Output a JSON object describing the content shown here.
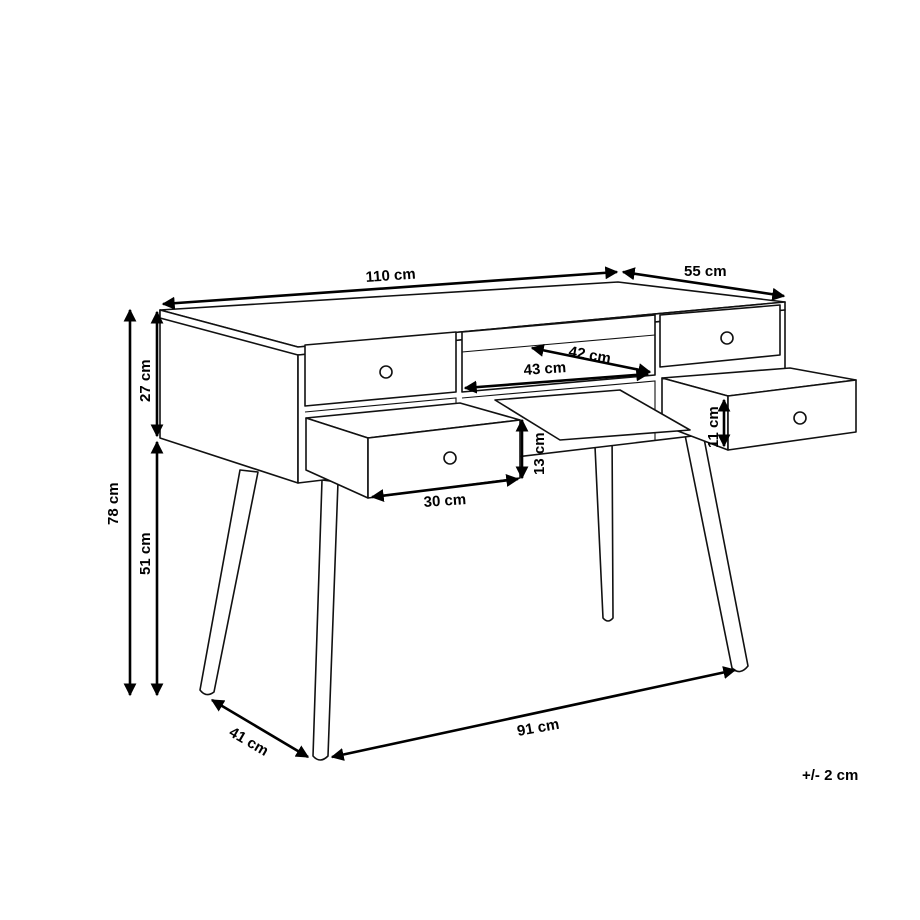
{
  "dimensions": {
    "width": "110 cm",
    "depth": "55 cm",
    "shelf_depth": "42 cm",
    "shelf_width": "43 cm",
    "top_section_height": "27 cm",
    "total_height": "78 cm",
    "leg_height": "51 cm",
    "drawer_height_left": "13 cm",
    "drawer_width": "30 cm",
    "drawer_height_right": "11 cm",
    "leg_depth_span": "41 cm",
    "leg_width_span": "91 cm"
  },
  "tolerance": "+/- 2 cm",
  "colors": {
    "line": "#111111",
    "background": "#ffffff"
  }
}
